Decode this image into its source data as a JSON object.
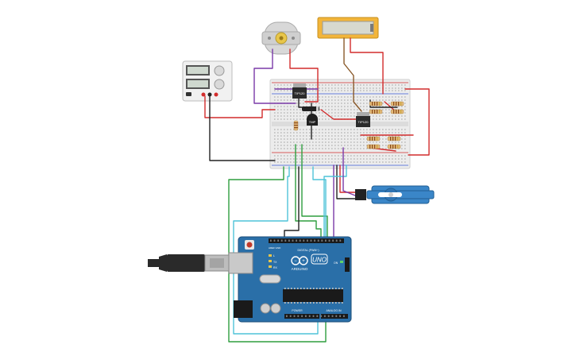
{
  "components": {
    "power_supply": {
      "name": "DC power supply"
    },
    "motor": {
      "name": "DC motor"
    },
    "lcd": {
      "name": "LCD 16x2"
    },
    "transistor_1": {
      "label": "TIP120"
    },
    "transistor_2": {
      "label": "TIP120"
    },
    "temp_sensor": {
      "label": "TMP"
    },
    "servo": {
      "name": "Micro servo"
    },
    "arduino": {
      "brand": "ARDUINO",
      "model": "UNO",
      "digital_label": "DIGITAL (PWM~)",
      "power_label": "POWER",
      "analog_label": "ANALOG IN",
      "aref_label": "AREF",
      "gnd_label": "GND",
      "tx_label": "TX",
      "rx_label": "RX",
      "l_label": "L",
      "on_label": "ON"
    }
  },
  "colors": {
    "breadboard": "#ededed",
    "arduino_board": "#2a6fa8",
    "servo": "#3a86c8",
    "lcd": "#f2b53a",
    "wire_red": "#d22c2c",
    "wire_black": "#222222",
    "wire_green": "#2e9e3e",
    "wire_cyan": "#4fc3d8",
    "wire_purple": "#7a3aa8",
    "wire_brown": "#8a5a2b",
    "wire_orange": "#e08a2a"
  }
}
